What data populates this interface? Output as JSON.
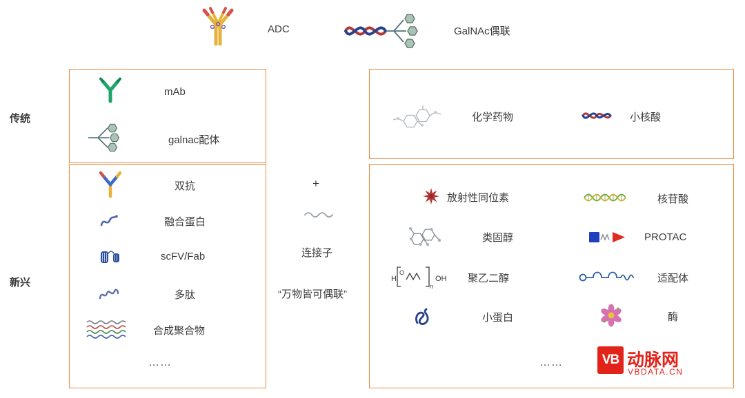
{
  "header": {
    "adc": {
      "icon": "adc-antibody-icon",
      "label": "ADC"
    },
    "galnac": {
      "icon": "galnac-conjugate-icon",
      "label": "GalNAc偶联"
    }
  },
  "categories": {
    "traditional": "传统",
    "emerging": "新兴"
  },
  "carriers": {
    "traditional": [
      {
        "icon": "mab-antibody-icon",
        "label": "mAb"
      },
      {
        "icon": "galnac-ligand-icon",
        "label": "galnac配体"
      }
    ],
    "emerging": [
      {
        "icon": "bispecific-antibody-icon",
        "label": "双抗"
      },
      {
        "icon": "fusion-protein-icon",
        "label": "融合蛋白"
      },
      {
        "icon": "scfv-fab-icon",
        "label": "scFV/Fab"
      },
      {
        "icon": "polypeptide-icon",
        "label": "多肽"
      },
      {
        "icon": "synthetic-polymer-icon",
        "label": "合成聚合物"
      }
    ],
    "emerging_ellipsis": "……"
  },
  "center": {
    "plus": "+",
    "linker": {
      "icon": "linker-wave-icon",
      "label": "连接子"
    },
    "quote": "“万物皆可偶联”"
  },
  "payloads": {
    "traditional": [
      {
        "icon": "chemical-drug-icon",
        "label": "化学药物"
      },
      {
        "icon": "small-nucleic-acid-icon",
        "label": "小核酸"
      }
    ],
    "emerging_left": [
      {
        "icon": "radioisotope-icon",
        "label": "放射性同位素"
      },
      {
        "icon": "steroid-icon",
        "label": "类固醇"
      },
      {
        "icon": "peg-icon",
        "label": "聚乙二醇"
      },
      {
        "icon": "small-protein-icon",
        "label": "小蛋白"
      }
    ],
    "emerging_right": [
      {
        "icon": "nucleotide-icon",
        "label": "核苷酸"
      },
      {
        "icon": "protac-icon",
        "label": "PROTAC"
      },
      {
        "icon": "aptamer-icon",
        "label": "适配体"
      },
      {
        "icon": "enzyme-icon",
        "label": "酶"
      }
    ],
    "emerging_ellipsis": "……"
  },
  "watermark": {
    "logo": "VB",
    "brand": "动脉网",
    "site": "VBDATA.CN",
    "brand_color": "#E2231A"
  },
  "colors": {
    "box_border": "#ED8A3F",
    "text": "#3b3b3b"
  }
}
